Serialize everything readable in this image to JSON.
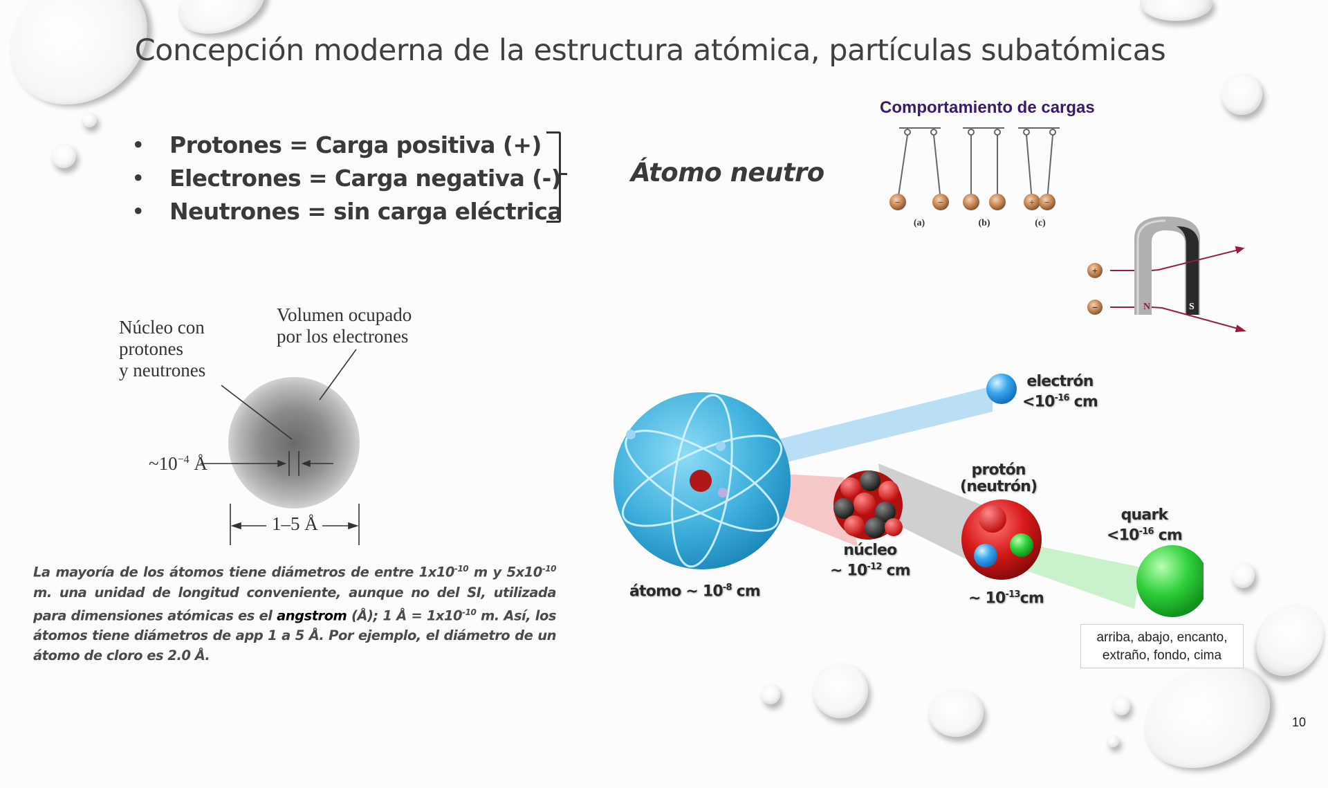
{
  "slide": {
    "title": "Concepción moderna de la estructura atómica, partículas subatómicas",
    "page_number": "10"
  },
  "bullets": [
    "Protones = Carga positiva (+)",
    "Electrones = Carga negativa (-)",
    "Neutrones = sin carga eléctrica"
  ],
  "bracket_label": "Átomo neutro",
  "charges_panel": {
    "title": "Comportamiento de cargas",
    "pendulums": [
      {
        "label": "(a)",
        "left_charge": "−",
        "right_charge": "−"
      },
      {
        "label": "(b)",
        "left_charge": "",
        "right_charge": ""
      },
      {
        "label": "(c)",
        "left_charge": "+",
        "right_charge": "−"
      }
    ],
    "magnet": {
      "north": "N",
      "south": "S",
      "positive": "+",
      "negative": "−"
    }
  },
  "atom_diagram": {
    "nucleus_label_lines": [
      "Núcleo con",
      "protones",
      "y neutrones"
    ],
    "volume_label_lines": [
      "Volumen ocupado",
      "por los electrones"
    ],
    "nucleus_size": "~10",
    "nucleus_size_exp": "−4",
    "nucleus_size_unit": " Å",
    "atom_size": "1–5 Å"
  },
  "caption": {
    "line1_a": "La mayoría de los átomos tiene diámetros de entre 1x10",
    "exp1": "-10",
    "line1_b": " m y 5x10",
    "exp2": "-10",
    "line1_c": " m. una unidad de longitud conveniente, aunque no del SI, utilizada para dimensiones atómicas es el ",
    "bold": "angstrom",
    "line2_a": " (Å); 1 Å = 1x10",
    "exp3": "-10",
    "line2_b": " m. Así, los átomos tiene diámetros de app 1 a 5 Å. Por ejemplo, el diámetro de un átomo de cloro es 2.0 Å."
  },
  "scale_diagram": {
    "atom": {
      "label": "átomo ~ 10",
      "exp": "-8",
      "unit": " cm"
    },
    "electron": {
      "name": "electrón",
      "size": "<10",
      "exp": "-16",
      "unit": " cm"
    },
    "nucleus": {
      "name": "núcleo",
      "size": "~ 10",
      "exp": "-12",
      "unit": " cm"
    },
    "proton": {
      "name": "protón",
      "name2": "(neutrón)",
      "size": "~ 10",
      "exp": "-13",
      "unit": "cm"
    },
    "quark": {
      "name": "quark",
      "size": "<10",
      "exp": "-16",
      "unit": " cm"
    }
  },
  "quark_types": {
    "line1": "arriba, abajo, encanto,",
    "line2": "extraño, fondo, cima"
  },
  "colors": {
    "panel_title": "#3a1a6a",
    "atom_blue": "#3fb0dd",
    "proton_red": "#d81a1a",
    "quark_green": "#2fcf3a",
    "charge_ball": "#b8794a"
  }
}
